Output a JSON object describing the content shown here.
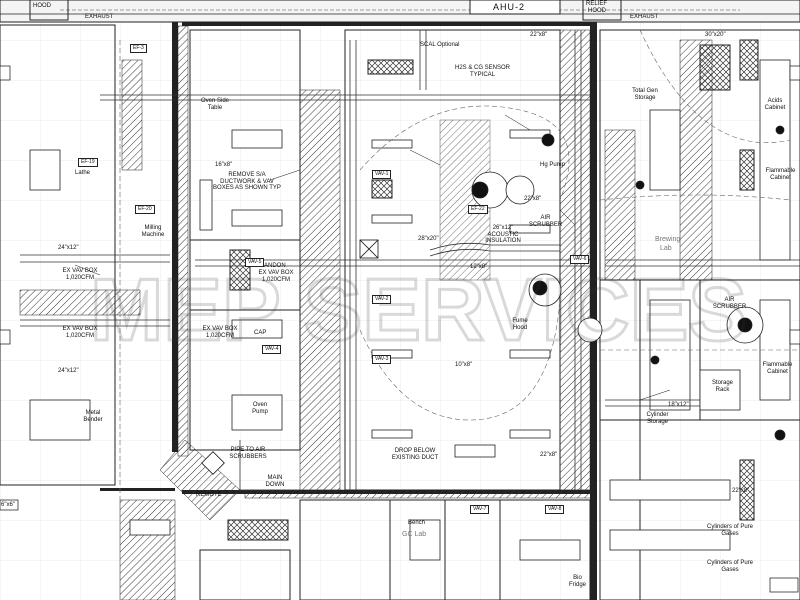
{
  "header": {
    "ahu": "AHU-2",
    "exhaust_left": "EXHAUST",
    "exhaust_right": "EXHAUST",
    "hood_left": "HOOD",
    "hood_right": "HOOD",
    "relief": "RELIEF"
  },
  "rooms": {
    "brewing": "Brewing",
    "lab": "Lab",
    "gc_lab": "GC Lab"
  },
  "notes": {
    "remove_ductwork": "REMOVE S/A DUCTWORK & VAV BOXES AS SHOWN TYP",
    "scal_sensor": "SCAL Optional",
    "h2s_sensor": "H2S & CG SENSOR TYPICAL",
    "acoustic": "26\"x12\" ACOUSTIC INSULATION",
    "drop_below": "DROP BELOW EXISTING DUCT",
    "pipe_to": "PIPE TO AIR SCRUBBERS",
    "cap": "CAP",
    "abandon": "ABANDON",
    "remote": "REMOTE",
    "main_down": "MAIN DOWN"
  },
  "equipment": {
    "ex_vav_1": "EX VAV BOX 1,020CFM",
    "ex_vav_2": "EX VAV BOX 1,020CFM",
    "ex_vav_3": "EX VAV BOX 1,020CFM",
    "ex_vav_4": "EX VAV BOX 1,020CFM",
    "oven_side": "Oven Side Table",
    "lathe": "Lathe",
    "milling": "Milling Machine",
    "metal_bender": "Metal Bender",
    "hg_pump": "Hg Pump",
    "air_scrubber_1": "AIR SCRUBBER",
    "air_scrubber_2": "AIR SCRUBBER",
    "acids_cabinet": "Acids Cabinet",
    "flammable_1": "Flammable Cabinet",
    "flammable_2": "Flammable Cabinet",
    "total_gen": "Total Gen Storage",
    "storage_rack": "Storage Rack",
    "cylinder_storage": "Cylinder Storage",
    "cylinders_pure_1": "Cylinders of Pure Gases",
    "cylinders_pure_2": "Cylinders of Pure Gases",
    "bio_fridge": "Bio Fridge",
    "bench": "Bench",
    "oven_pump": "Oven Pump",
    "fume_hood": "Fume Hood"
  },
  "tags": {
    "vav_1": "VAV-1",
    "vav_2": "VAV-2",
    "vav_3": "VAV-3",
    "vav_4": "VAV-4",
    "vav_5": "VAV-5",
    "vav_6": "VAV-6",
    "vav_7": "VAV-7",
    "vav_8": "VAV-8",
    "ef_22": "EF-22",
    "ef_3": "EF-3",
    "ef_19": "EF-19",
    "ef_20": "EF-20"
  },
  "ducts": {
    "d_22x8_a": "22\"x8\"",
    "d_22x8_b": "22\"x8\"",
    "d_22x8_c": "22\"x8\"",
    "d_22x8_d": "22\"x8\"",
    "d_24x12_a": "24\"x12\"",
    "d_24x12_b": "24\"x12\"",
    "d_28x20": "28\"x20\"",
    "d_16x8": "16\"x8\"",
    "d_10x8": "10\"x8\"",
    "d_30x20": "30\"x20\"",
    "d_18x12": "18\"x12\"",
    "d_12x8": "12\"x8\"",
    "d_6x6": "6\"x6\""
  },
  "watermark": "MEP SERVICES",
  "colors": {
    "ink": "#111111",
    "wall": "#222222",
    "hatch": "#555555",
    "paper": "#ffffff"
  }
}
